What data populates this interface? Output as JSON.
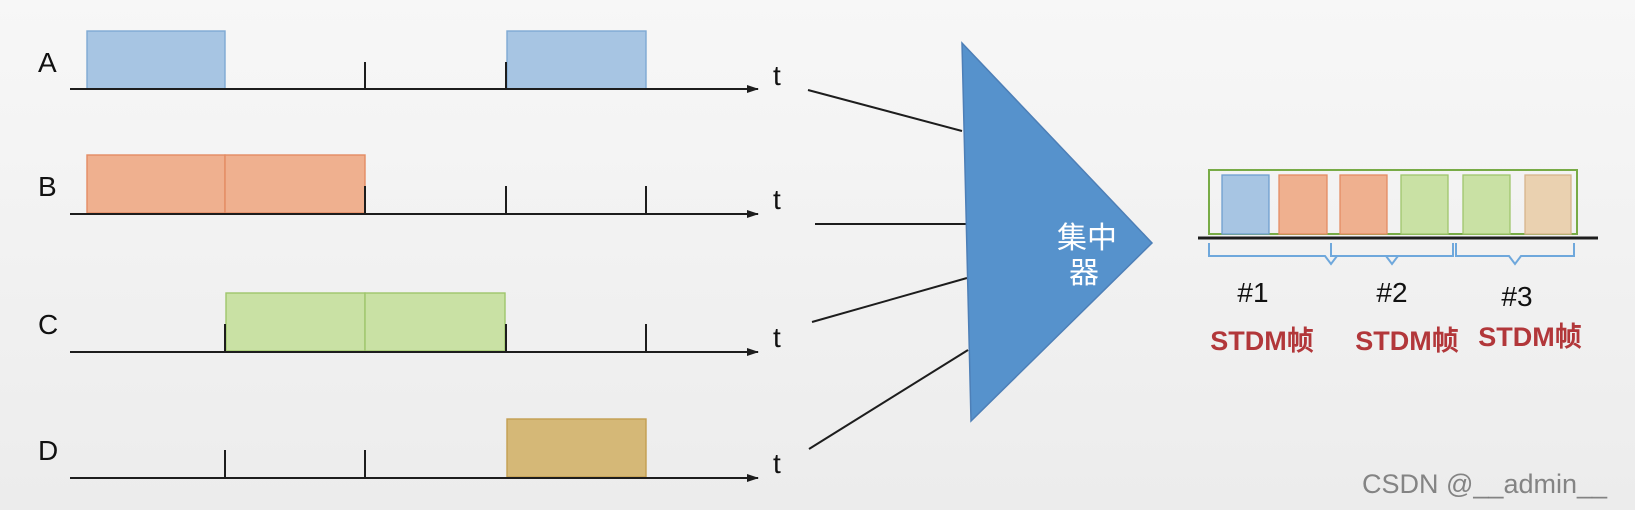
{
  "signals": [
    {
      "label": "A",
      "axis_label": "t"
    },
    {
      "label": "B",
      "axis_label": "t"
    },
    {
      "label": "C",
      "axis_label": "t"
    },
    {
      "label": "D",
      "axis_label": "t"
    }
  ],
  "concentrator": {
    "label_line1": "集中",
    "label_line2": "器"
  },
  "frames": [
    {
      "number": "#1",
      "name": "STDM帧"
    },
    {
      "number": "#2",
      "name": "STDM帧"
    },
    {
      "number": "#3",
      "name": "STDM帧"
    }
  ],
  "watermark": "CSDN @__admin__",
  "colors": {
    "A": "#a7c5e3",
    "B": "#efb08f",
    "C": "#c9e1a4",
    "D": "#d5b877",
    "concentrator": "#5692cc",
    "frame_label": "#b2373a",
    "axis": "#1d1d1d",
    "frame_border": "#78ab46"
  }
}
